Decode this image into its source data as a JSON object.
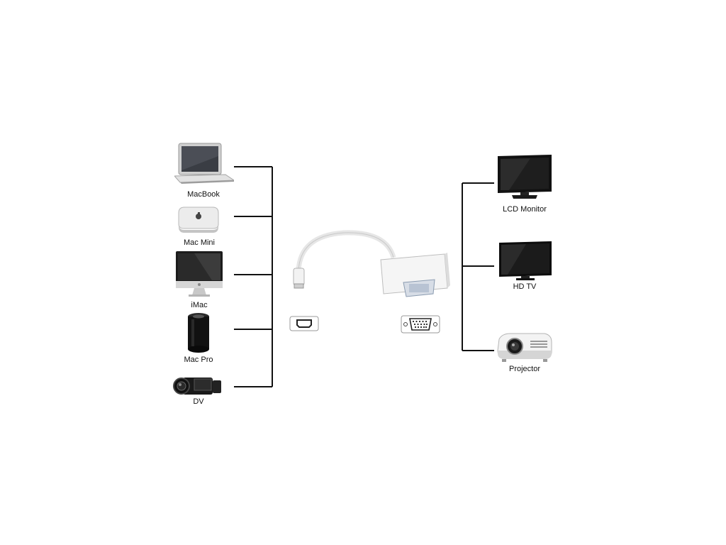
{
  "left_devices": [
    {
      "label": "MacBook",
      "icon": "laptop-icon"
    },
    {
      "label": "Mac Mini",
      "icon": "mac-mini-icon"
    },
    {
      "label": "iMac",
      "icon": "imac-icon"
    },
    {
      "label": "Mac Pro",
      "icon": "mac-pro-icon"
    },
    {
      "label": "DV",
      "icon": "camcorder-icon"
    }
  ],
  "right_devices": [
    {
      "label": "LCD Monitor",
      "icon": "lcd-monitor-icon"
    },
    {
      "label": "HD TV",
      "icon": "hd-tv-icon"
    },
    {
      "label": "Projector",
      "icon": "projector-icon"
    }
  ],
  "adapter": {
    "input_port_icon": "mini-displayport-icon",
    "output_port_icon": "vga-port-icon"
  },
  "colors": {
    "line": "#111111",
    "device_dark": "#151515",
    "device_silver": "#d9d9d9",
    "adapter_white": "#f4f4f4"
  }
}
